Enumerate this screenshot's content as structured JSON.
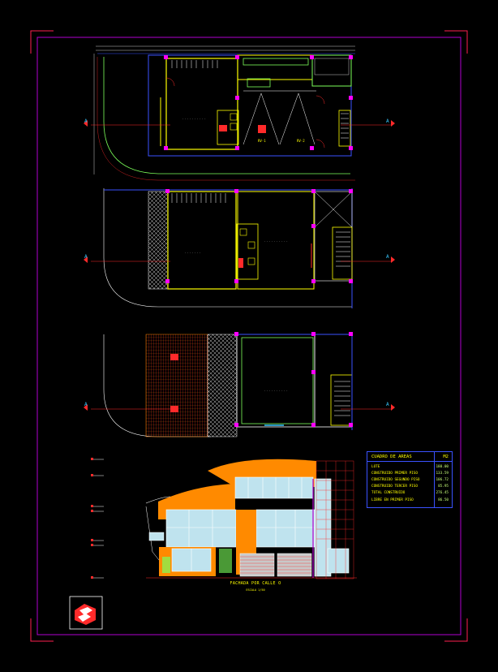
{
  "areas_table": {
    "title": "CUADRO DE AREAS",
    "unit": "M2",
    "rows": [
      {
        "label": "LOTE",
        "value": "180.00"
      },
      {
        "label": "CONSTRUIDO PRIMER PISO",
        "value": "133.59"
      },
      {
        "label": "CONSTRUIDO SEGUNDO PISO",
        "value": "106.72"
      },
      {
        "label": "CONSTRUIDO TERCER PISO",
        "value": "85.95"
      },
      {
        "label": "TOTAL CONSTRUIDO",
        "value": "276.45"
      },
      {
        "label": "LIBRE EN PRIMER PISO",
        "value": "86.50"
      }
    ]
  },
  "facade_caption": {
    "title": "FACHADA POR CALLE O",
    "scale": "ESCALA 1/50"
  },
  "section_marks": {
    "label": "A"
  },
  "plan_labels": {
    "ramp_left": "RV-1",
    "ramp_right": "RV-2"
  },
  "colors": {
    "background": "#000000",
    "frame_outer": "#ff1f4f",
    "frame_inner": "#b000d0",
    "wall_blue": "#3a52ff",
    "wall_yellow": "#ffff00",
    "wall_green": "#7cff5a",
    "column_magenta": "#ff00ff",
    "section_red": "#ff2a2a",
    "section_cyan": "#37c8ff",
    "facade_orange": "#ff8a00",
    "glass": "#bfe3ee"
  }
}
